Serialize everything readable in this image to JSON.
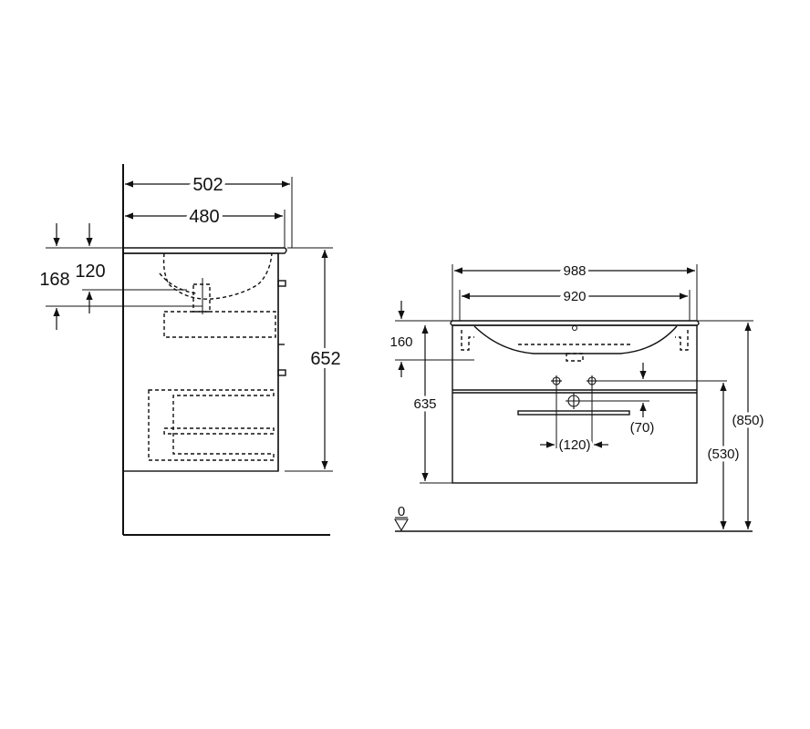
{
  "side_view": {
    "dims": {
      "top_width": "502",
      "inner_width": "480",
      "height": "652",
      "basin_depth_168": "168",
      "basin_depth_120": "120"
    }
  },
  "front_view": {
    "dims": {
      "top_width": "988",
      "inner_width": "920",
      "rim_height": "160",
      "waste_height": "635",
      "total_height": "(850)",
      "cabinet_height": "(530)",
      "drain_offset": "(70)",
      "fixing_spacing": "(120)",
      "floor_level": "0"
    }
  }
}
